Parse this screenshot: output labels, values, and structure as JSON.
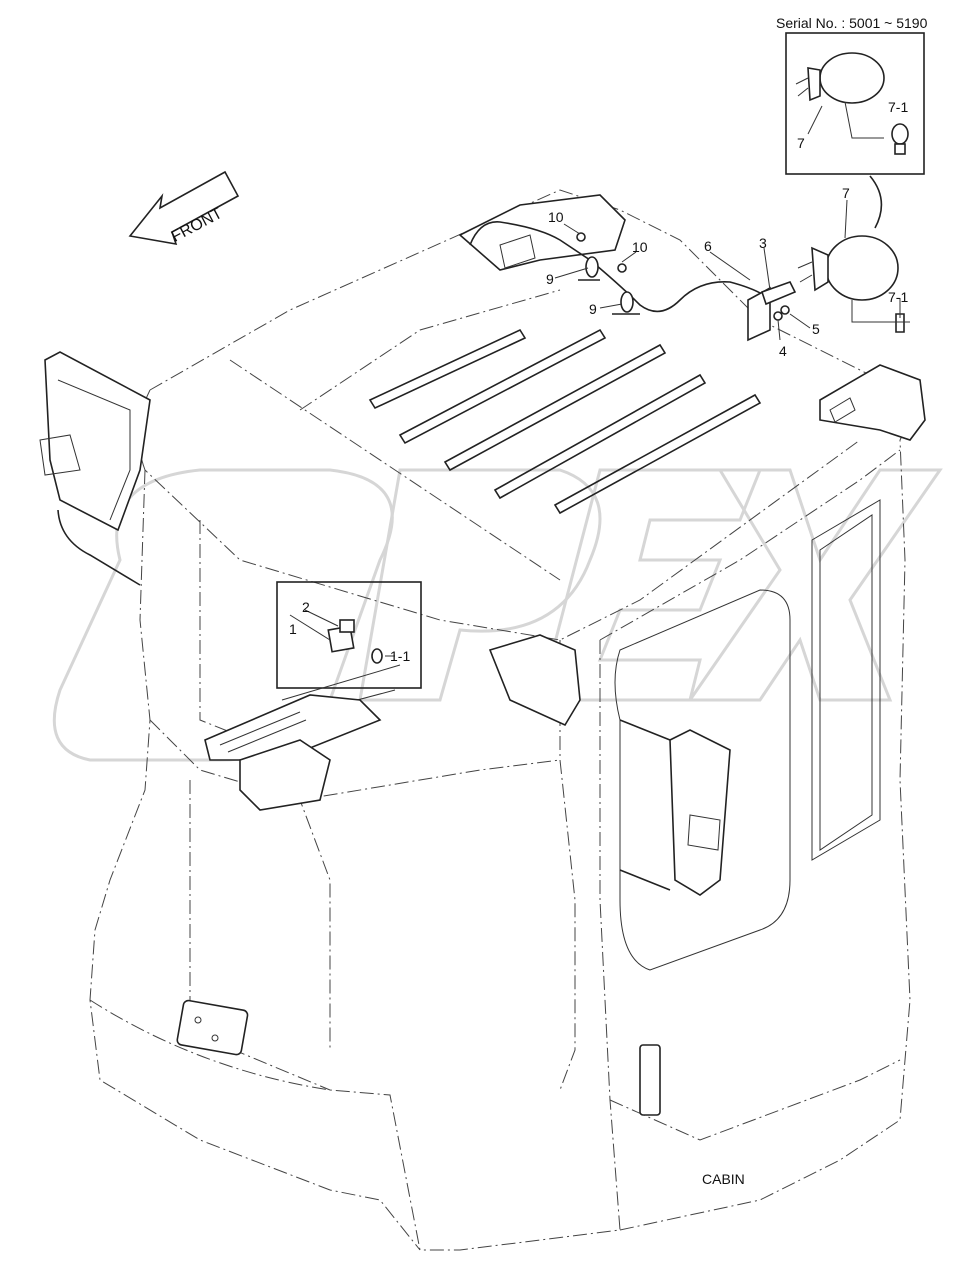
{
  "serial": "Serial No. : 5001 ~ 5190",
  "direction_label": "FRONT",
  "assembly_label": "CABIN",
  "watermark": "OPEX",
  "callouts": {
    "c1": "1",
    "c1_1": "1-1",
    "c2": "2",
    "c3": "3",
    "c4": "4",
    "c5": "5",
    "c6": "6",
    "c7_inset": "7",
    "c7_1_inset": "7-1",
    "c7": "7",
    "c7_1": "7-1",
    "c9a": "9",
    "c9b": "9",
    "c10a": "10",
    "c10b": "10"
  }
}
